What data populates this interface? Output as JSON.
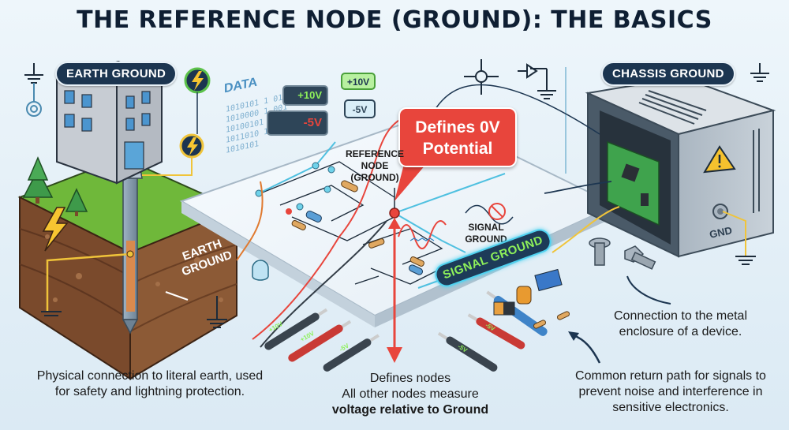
{
  "title": "THE REFERENCE NODE (GROUND): THE BASICS",
  "colors": {
    "title": "#0f1f33",
    "pill_bg": "#1c3550",
    "callout_bg": "#e8453c",
    "signal_text": "#8ef05a",
    "signal_glow": "#4fd2f0",
    "soil": "#7a4a2c",
    "grass": "#6fb83a",
    "arrow": "#e8453c"
  },
  "earth_ground": {
    "badge": "EARTH GROUND",
    "soil_label_line1": "EARTH",
    "soil_label_line2": "GROUND",
    "icons": [
      "earth-ground-symbol-icon",
      "lightning-icon",
      "lightning-warning-icon",
      "building-icon",
      "tree-icon",
      "ground-rod-icon"
    ],
    "caption": "Physical connection to literal earth, used for safety and lightning protection."
  },
  "data_panel": {
    "label": "DATA",
    "bits": [
      "1010101 1 010  0 1",
      "1010000 1 001",
      "10100101 0100",
      "1011010 1 001",
      "1010101"
    ],
    "readout_positive": "+10V",
    "readout_negative": "-5V",
    "tag_positive": "+10V",
    "tag_negative": "-5V"
  },
  "reference_node": {
    "label_line1": "REFERENCE",
    "label_line2": "NODE",
    "label_line3": "(GROUND)",
    "callout_line1": "Defines 0V",
    "callout_line2": "Potential",
    "caption_line1": "Defines nodes",
    "caption_line2": "All other nodes measure",
    "caption_line3": "voltage relative to Ground"
  },
  "signal_ground": {
    "label_line1": "SIGNAL",
    "label_line2": "GROUND",
    "bar_label": "SIGNAL GROUND",
    "caption": "Common return path for signals to prevent noise and interference in sensitive electronics."
  },
  "chassis_ground": {
    "badge": "CHASSIS GROUND",
    "gnd_label": "GND",
    "icons": [
      "warning-triangle-icon",
      "circuit-board-icon",
      "screw-icon",
      "bolt-icon",
      "chassis-ground-symbol-icon"
    ],
    "caption": "Connection to the metal enclosure of a device."
  },
  "symbols": [
    "ground-symbol-icon",
    "node-crosshair-icon",
    "buffer-ground-symbol-icon"
  ],
  "probes": [
    "+10V",
    "+10V",
    "-5V",
    "-5V",
    "-5V"
  ]
}
